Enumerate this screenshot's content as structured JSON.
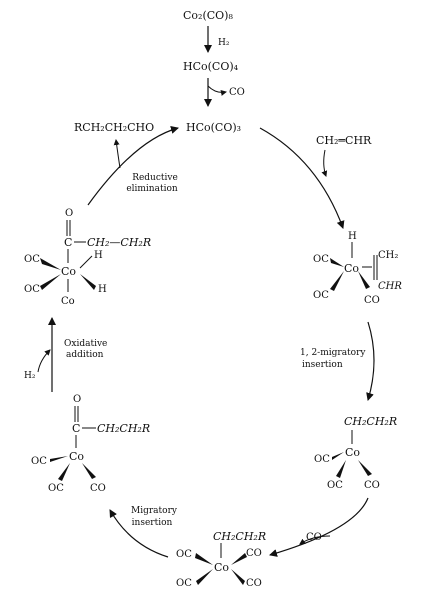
{
  "top": {
    "precursor": "Co₂(CO)₈",
    "h2_label": "H₂",
    "hco4": "HCo(CO)₄",
    "co_loss": "CO"
  },
  "catalyst": "HCo(CO)₃",
  "alkene": "CH₂═CHR",
  "aldehyde": "RCH₂CH₂CHO",
  "steps": {
    "reductive_elimination": [
      "Reductive",
      "elimination"
    ],
    "migratory_1_2": [
      "1, 2-migratory",
      "insertion"
    ],
    "migratory": [
      "Migratory",
      "insertion"
    ],
    "oxidative_addition": [
      "Oxidative",
      "addition"
    ]
  },
  "co_in": "CO",
  "h2_in": "H₂",
  "complexes": {
    "pi": {
      "co_atom": "Co",
      "h": "H",
      "ch2": "CH₂",
      "chr": "CHR",
      "oc1": "OC",
      "oc2": "OC",
      "co": "CO"
    },
    "alkyl3": {
      "chain": "CH₂CH₂R",
      "co_atom": "Co",
      "oc1": "OC",
      "oc2": "OC",
      "co": "CO"
    },
    "alkyl4": {
      "chain": "CH₂CH₂R",
      "co_atom": "Co",
      "oc1": "OC",
      "oc2": "OC",
      "co1": "CO",
      "co2": "CO"
    },
    "acyl3": {
      "o": "O",
      "c": "C",
      "chain": "CH₂CH₂R",
      "co_atom": "Co",
      "oc1": "OC",
      "oc2": "OC",
      "co": "CO"
    },
    "acyl_h2": {
      "o": "O",
      "c": "C",
      "chain": "CH₂—CH₂R",
      "co_atom": "Co",
      "oc1": "OC",
      "oc2": "OC",
      "h1": "H",
      "h2": "H",
      "co_bottom": "Co"
    }
  }
}
